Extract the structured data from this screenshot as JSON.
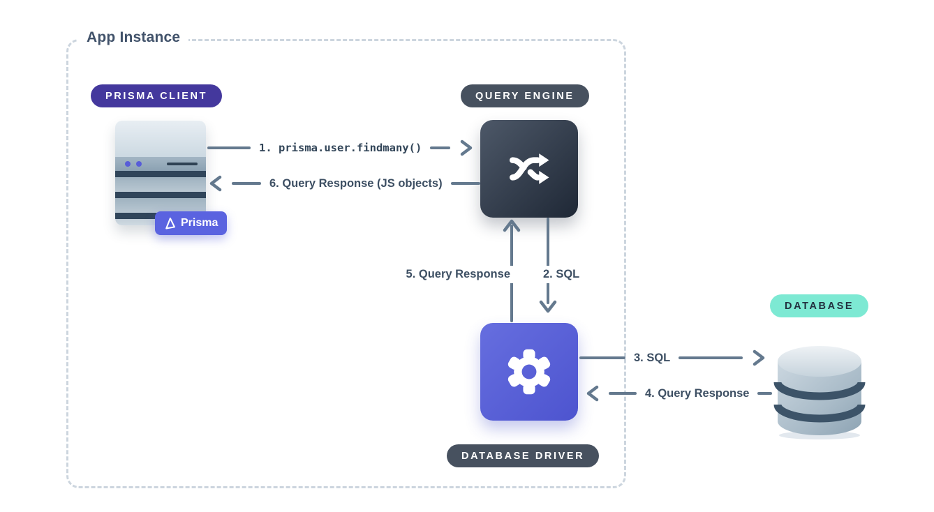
{
  "app_instance": {
    "label": "App Instance"
  },
  "badges": {
    "prisma_client": "PRISMA CLIENT",
    "query_engine": "QUERY ENGINE",
    "database_driver": "DATABASE DRIVER",
    "database": "DATABASE",
    "prisma_logo": "Prisma"
  },
  "flows": {
    "f1": {
      "label": "1. prisma.user.findmany()",
      "direction": "prisma-client to query-engine"
    },
    "f2": {
      "label": "2. SQL",
      "direction": "query-engine to database-driver"
    },
    "f3": {
      "label": "3. SQL",
      "direction": "database-driver to database"
    },
    "f4": {
      "label": "4. Query Response",
      "direction": "database to database-driver"
    },
    "f5": {
      "label": "5. Query Response",
      "direction": "database-driver to query-engine"
    },
    "f6": {
      "label": "6. Query Response (JS objects)",
      "direction": "query-engine to prisma-client"
    }
  },
  "icons": {
    "server": "server-icon",
    "shuffle": "shuffle-icon",
    "gear": "gear-icon",
    "database_cylinder": "database-cylinder-icon",
    "prisma_logo": "prisma-logo-icon"
  },
  "colors": {
    "prisma_client_badge": "#44389d",
    "slate_badge": "#47515f",
    "database_badge": "#7de9d3",
    "driver_square": "#5a62d9",
    "engine_square": "#2a3443",
    "arrow_line": "#64798e",
    "label_text": "#3d4f63",
    "dashed_border": "#ccd5de",
    "prisma_logo_badge": "#5a63e0"
  }
}
